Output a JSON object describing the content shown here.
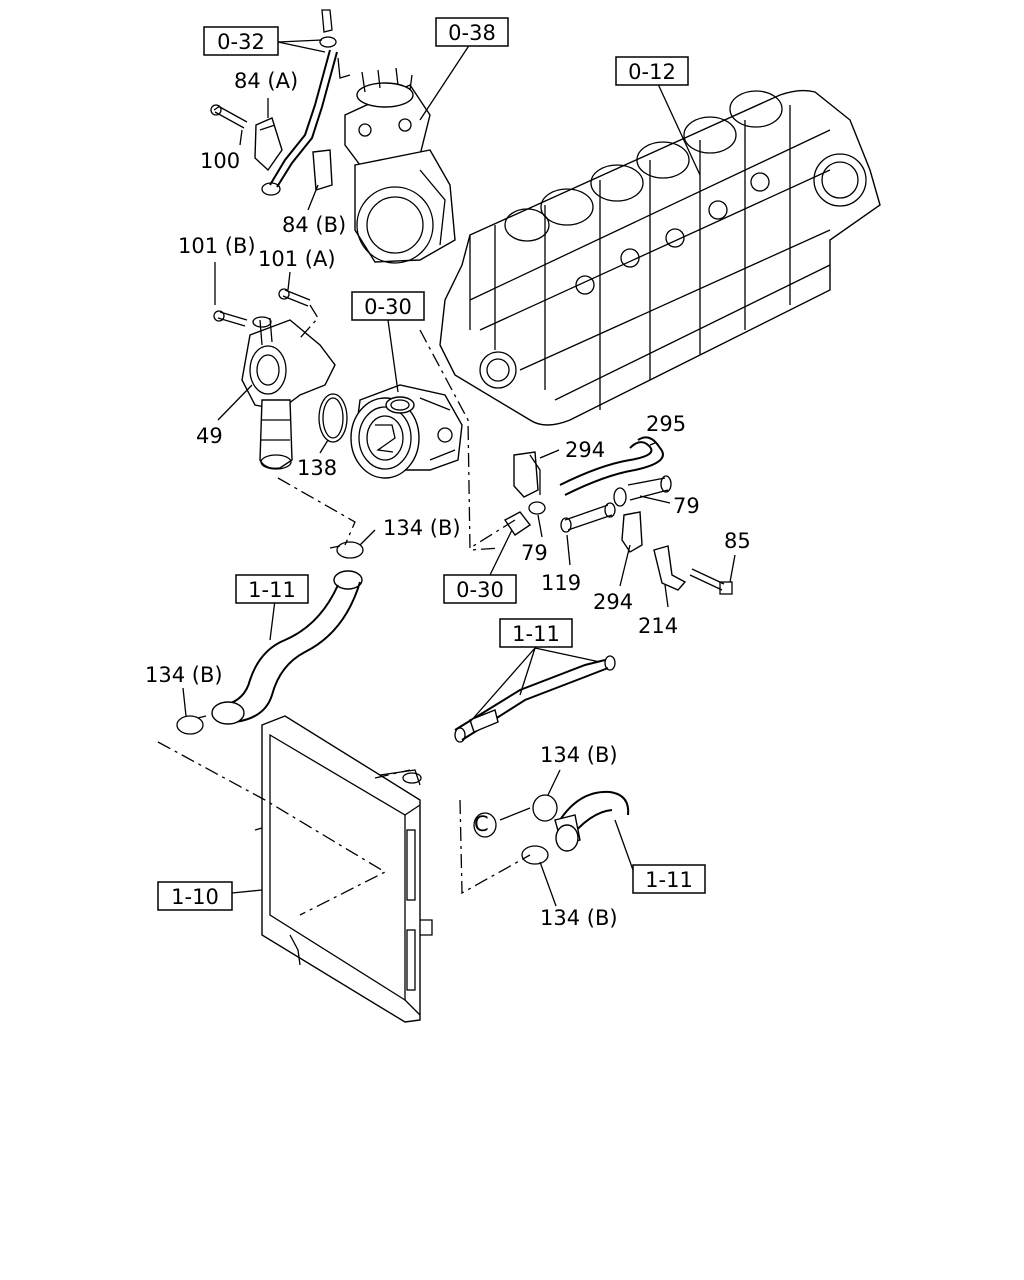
{
  "reference_boxes": [
    {
      "id": "r1",
      "text": "0-32"
    },
    {
      "id": "r2",
      "text": "0-38"
    },
    {
      "id": "r3",
      "text": "0-12"
    },
    {
      "id": "r4",
      "text": "0-30"
    },
    {
      "id": "r5",
      "text": "0-30"
    },
    {
      "id": "r6",
      "text": "1-11"
    },
    {
      "id": "r7",
      "text": "1-11"
    },
    {
      "id": "r8",
      "text": "1-11"
    },
    {
      "id": "r9",
      "text": "1-10"
    }
  ],
  "part_labels": [
    {
      "id": "p1",
      "text": "84 (A)"
    },
    {
      "id": "p2",
      "text": "100"
    },
    {
      "id": "p3",
      "text": "84 (B)"
    },
    {
      "id": "p4",
      "text": "101 (B)"
    },
    {
      "id": "p5",
      "text": "101 (A)"
    },
    {
      "id": "p6",
      "text": "49"
    },
    {
      "id": "p7",
      "text": "138"
    },
    {
      "id": "p8",
      "text": "294"
    },
    {
      "id": "p9",
      "text": "295"
    },
    {
      "id": "p10",
      "text": "79"
    },
    {
      "id": "p11",
      "text": "79"
    },
    {
      "id": "p12",
      "text": "134 (B)"
    },
    {
      "id": "p13",
      "text": "119"
    },
    {
      "id": "p14",
      "text": "294"
    },
    {
      "id": "p15",
      "text": "85"
    },
    {
      "id": "p16",
      "text": "214"
    },
    {
      "id": "p17",
      "text": "134 (B)"
    },
    {
      "id": "p18",
      "text": "134 (B)"
    },
    {
      "id": "p19",
      "text": "134 (B)"
    }
  ]
}
